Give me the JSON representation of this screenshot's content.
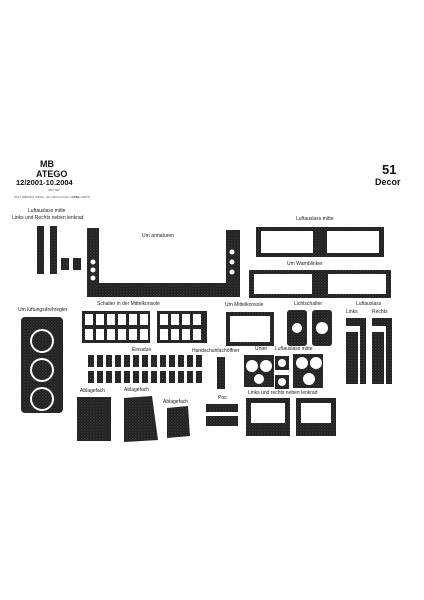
{
  "header": {
    "brand": "MB",
    "model": "ATEGO",
    "years": "12/2001-10.2004",
    "art_nr": "ART NR:",
    "finish_codes": [
      "Wurz (9800)",
      "Kul (9870)",
      "Alu (9871)",
      "Carbon (9872)",
      "Titan (9873)"
    ],
    "set_number": "51",
    "set_type": "Decor"
  },
  "labels": {
    "luftauslass_mitte_left": "Luftauslass mitte",
    "links_rechts_neben_lenkrad_top": "Links und  Rechts neben lenkrad",
    "um_armaturen": "Um armaturen",
    "luftauslass_mitte_right": "Luftauslass mitte",
    "um_warnblinker": "Um    Warnblinker",
    "um_lueftungsdrehregler": "Um lüftungsdrehregler",
    "schalter_mittelkonsole": "Schalter in der  Mittelkonsole",
    "um_mittelkonsole": "Um    Mittelkonsole",
    "lichtschalter": "Lichtschalter",
    "luftauslass_links_rechts": "Luftauslass",
    "links": "Links",
    "rechts": "Rechts",
    "einsatze": "Einsatze",
    "handschuhfachoffner": "Handschuhfachöffner",
    "unter": "Unter",
    "luftauslass_mitte_lower": "Luftauslass mitte",
    "ablagefach_1": "Ablagefach",
    "ablagefach_2": "Ablagefach",
    "ablagefach_3": "Ablagefach",
    "pos": "Pos",
    "links_rechts_neben_lenkrad_bottom": "Links und rechts neben lenkrad"
  },
  "colors": {
    "carbon": "#1c1c1c",
    "carbon_light": "#3a3a3a",
    "background": "#ffffff"
  }
}
